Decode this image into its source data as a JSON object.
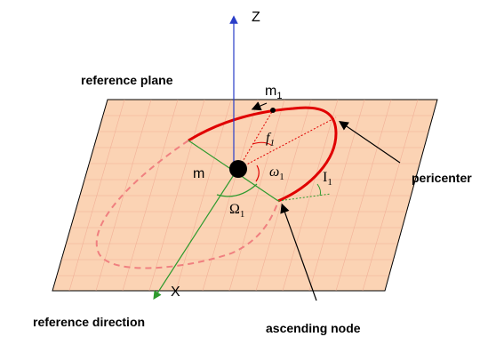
{
  "labels": {
    "z_axis": "Z",
    "x_axis": "X",
    "reference_plane": "reference plane",
    "reference_direction": "reference direction",
    "pericenter": "pericenter",
    "ascending_node": "ascending node",
    "central_mass": "m",
    "orbiting_mass_base": "m",
    "orbiting_mass_sub": "1",
    "true_anomaly_base": "f",
    "true_anomaly_sub": "1",
    "arg_pericenter_base": "ω",
    "arg_pericenter_sub": "1",
    "inclination_base": "I",
    "inclination_sub": "1",
    "long_node_base": "Ω",
    "long_node_sub": "1"
  },
  "colors": {
    "plane_fill": "#fbd3b4",
    "plane_edge": "#000000",
    "grid": "#f0a890",
    "orbit_front": "#e00000",
    "orbit_back": "#f08080",
    "z_axis": "#2a3ec8",
    "x_axis": "#2e9a2e",
    "angle_lines": "#2e9a2e",
    "central_mass": "#000000"
  }
}
